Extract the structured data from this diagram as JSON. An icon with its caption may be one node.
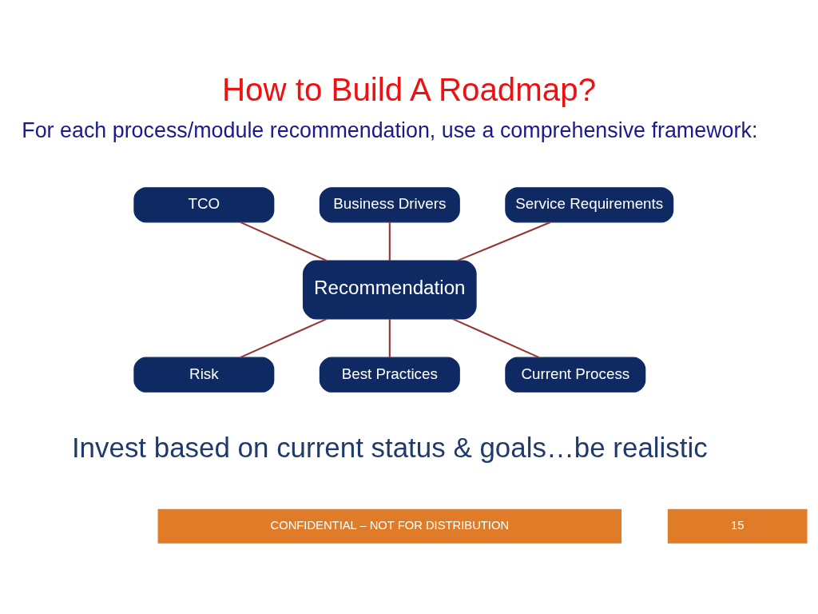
{
  "diagram": {
    "title": "How to Build A Roadmap?",
    "nodes": [
      {
        "text": [
          "TCO"
        ]
      },
      {
        "text": [
          "Business Drivers"
        ]
      },
      {
        "text": [
          "Service Requirements"
        ]
      },
      {
        "text": [
          "Recommendation"
        ]
      },
      {
        "text": [
          "Risk"
        ]
      },
      {
        "text": [
          "Best Practices"
        ]
      },
      {
        "text": [
          "Current Process"
        ]
      }
    ],
    "edges": [
      {
        "from": 0,
        "to": 3,
        "arrow": "none"
      },
      {
        "from": 1,
        "to": 3,
        "arrow": "none"
      },
      {
        "from": 2,
        "to": 3,
        "arrow": "none"
      },
      {
        "from": 3,
        "to": 4,
        "arrow": "none"
      },
      {
        "from": 3,
        "to": 5,
        "arrow": "none"
      },
      {
        "from": 3,
        "to": 6,
        "arrow": "none"
      }
    ],
    "labels": [
      "For each process/module recommendation, use a comprehensive framework:",
      "Invest based on current status & goals…be realistic",
      "CONFIDENTIAL – NOT FOR DISTRIBUTION",
      "15"
    ]
  }
}
